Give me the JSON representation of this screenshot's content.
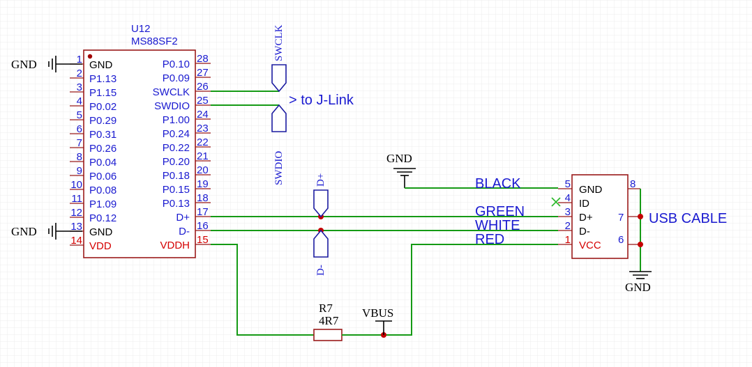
{
  "u12": {
    "designator": "U12",
    "part": "MS88SF2",
    "left_pins": [
      {
        "num": "1",
        "name": "GND",
        "color": "black"
      },
      {
        "num": "2",
        "name": "P1.13",
        "color": "blue"
      },
      {
        "num": "3",
        "name": "P1.15",
        "color": "blue"
      },
      {
        "num": "4",
        "name": "P0.02",
        "color": "blue"
      },
      {
        "num": "5",
        "name": "P0.29",
        "color": "blue"
      },
      {
        "num": "6",
        "name": "P0.31",
        "color": "blue"
      },
      {
        "num": "7",
        "name": "P0.26",
        "color": "blue"
      },
      {
        "num": "8",
        "name": "P0.04",
        "color": "blue"
      },
      {
        "num": "9",
        "name": "P0.06",
        "color": "blue"
      },
      {
        "num": "10",
        "name": "P0.08",
        "color": "blue"
      },
      {
        "num": "11",
        "name": "P1.09",
        "color": "blue"
      },
      {
        "num": "12",
        "name": "P0.12",
        "color": "blue"
      },
      {
        "num": "13",
        "name": "GND",
        "color": "black"
      },
      {
        "num": "14",
        "name": "VDD",
        "color": "red"
      }
    ],
    "right_pins": [
      {
        "num": "28",
        "name": "P0.10",
        "color": "blue"
      },
      {
        "num": "27",
        "name": "P0.09",
        "color": "blue"
      },
      {
        "num": "26",
        "name": "SWCLK",
        "color": "blue"
      },
      {
        "num": "25",
        "name": "SWDIO",
        "color": "blue"
      },
      {
        "num": "24",
        "name": "P1.00",
        "color": "blue"
      },
      {
        "num": "23",
        "name": "P0.24",
        "color": "blue"
      },
      {
        "num": "22",
        "name": "P0.22",
        "color": "blue"
      },
      {
        "num": "21",
        "name": "P0.20",
        "color": "blue"
      },
      {
        "num": "20",
        "name": "P0.18",
        "color": "blue"
      },
      {
        "num": "19",
        "name": "P0.15",
        "color": "blue"
      },
      {
        "num": "18",
        "name": "P0.13",
        "color": "blue"
      },
      {
        "num": "17",
        "name": "D+",
        "color": "blue"
      },
      {
        "num": "16",
        "name": "D-",
        "color": "blue"
      },
      {
        "num": "15",
        "name": "VDDH",
        "color": "red"
      }
    ]
  },
  "usb": {
    "label": "USB CABLE",
    "left_pins": [
      {
        "num": "5",
        "name": "GND",
        "color": "black"
      },
      {
        "num": "4",
        "name": "ID",
        "color": "black"
      },
      {
        "num": "3",
        "name": "D+",
        "color": "black"
      },
      {
        "num": "2",
        "name": "D-",
        "color": "black"
      },
      {
        "num": "1",
        "name": "VCC",
        "color": "red"
      }
    ],
    "right_pins": [
      "8",
      "7",
      "6"
    ]
  },
  "wire_labels": {
    "black": "BLACK",
    "green": "GREEN",
    "white": "WHITE",
    "red": "RED"
  },
  "flags": {
    "swclk": "SWCLK",
    "swdio": "SWDIO",
    "dplus": "D+",
    "dminus": "D-"
  },
  "jlink_note": "> to J-Link",
  "resistor": {
    "designator": "R7",
    "value": "4R7"
  },
  "power": {
    "gnd": "GND",
    "vbus": "VBUS"
  },
  "colors": {
    "wire": "#159a15",
    "body": "#9b1b1b",
    "text": "#1a1ad0",
    "red": "#d40000",
    "junction": "#c40000"
  }
}
